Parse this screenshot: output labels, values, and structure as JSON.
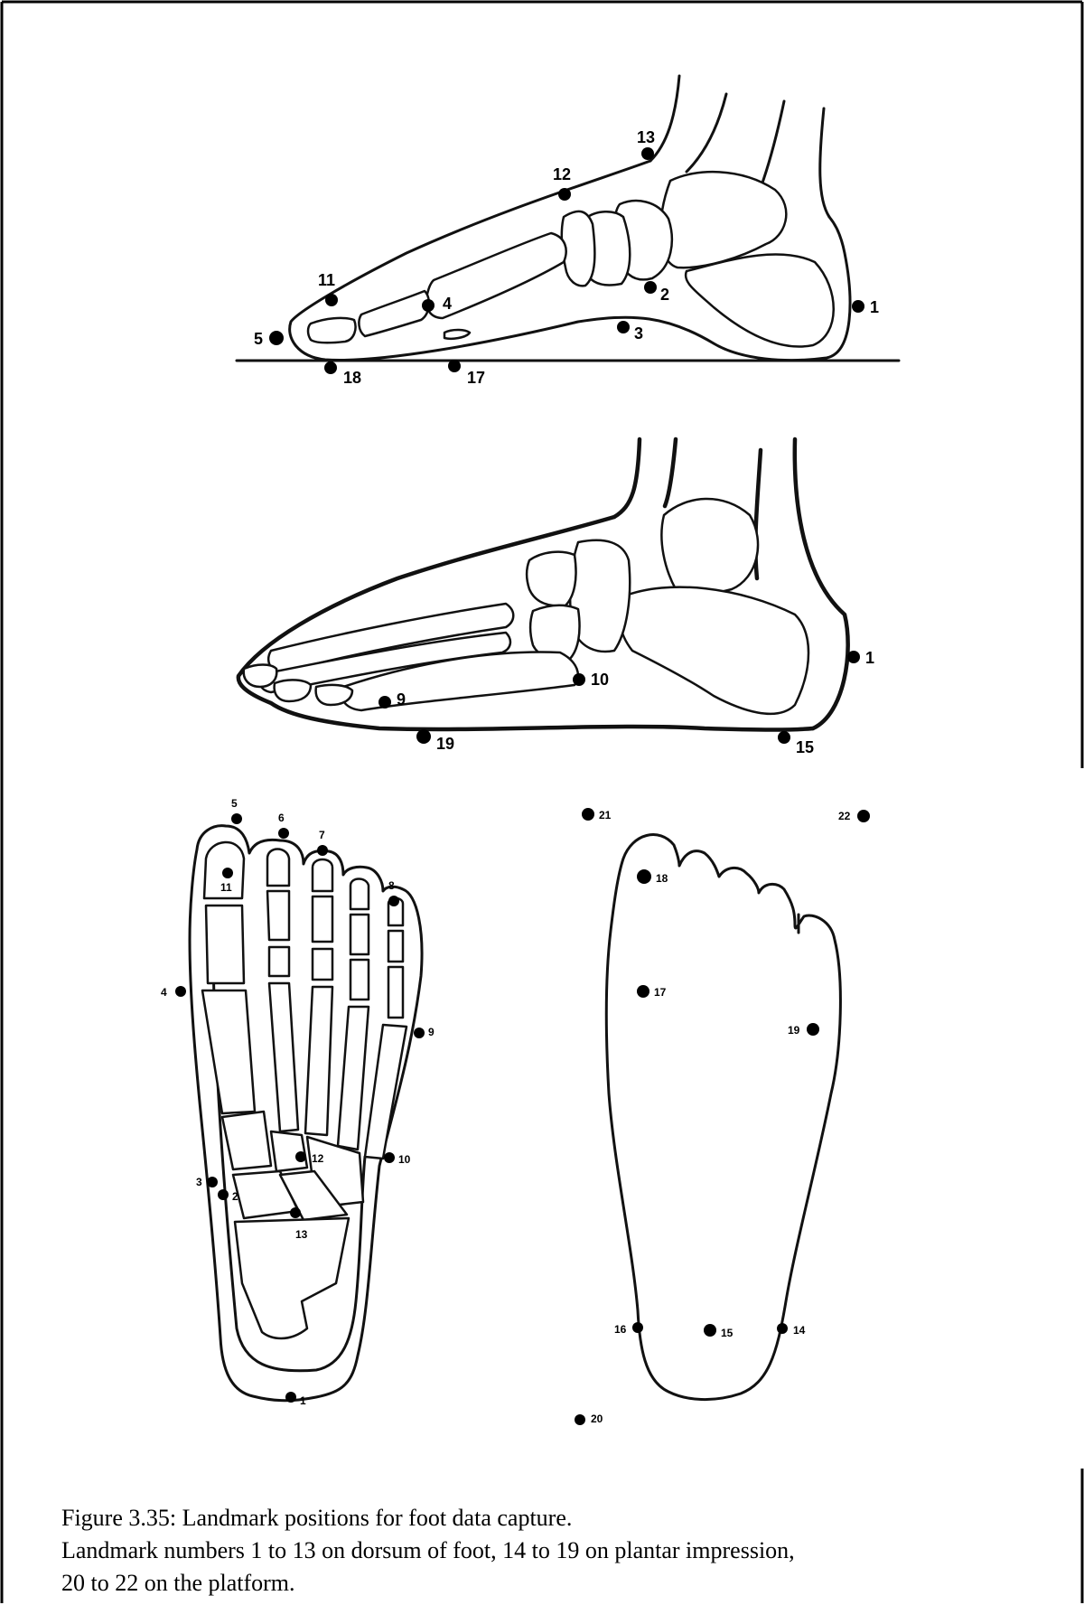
{
  "figure": {
    "caption_line1": "Figure 3.35:  Landmark positions for foot data capture.",
    "caption_line2": "Landmark numbers 1 to 13 on dorsum of foot, 14 to 19 on plantar impression,",
    "caption_line3": "20 to 22 on the platform."
  },
  "medial_view": {
    "landmarks": [
      "1",
      "2",
      "3",
      "4",
      "5",
      "11",
      "12",
      "13",
      "17",
      "18"
    ]
  },
  "lateral_view": {
    "landmarks": [
      "1",
      "9",
      "10",
      "15",
      "19"
    ]
  },
  "dorsal_view": {
    "landmarks": [
      "1",
      "2",
      "3",
      "4",
      "5",
      "6",
      "7",
      "8",
      "9",
      "10",
      "11",
      "12",
      "13"
    ]
  },
  "plantar_view": {
    "landmarks": [
      "14",
      "15",
      "16",
      "17",
      "18",
      "19",
      "20",
      "21",
      "22"
    ]
  }
}
